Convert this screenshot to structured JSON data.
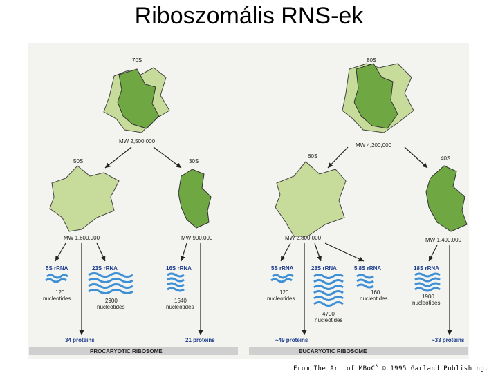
{
  "title": "Riboszomális RNS-ek",
  "credit": {
    "pre": "From The Art of MBoC",
    "sup": "3",
    "post": " © 1995 Garland Publishing."
  },
  "prokaryote": {
    "whole": {
      "label": "70S",
      "mw": "MW 2,500,000"
    },
    "large": {
      "label": "50S",
      "mw": "MW 1,600,000"
    },
    "small": {
      "label": "30S",
      "mw": "MW 900,000"
    },
    "rnas": [
      {
        "name": "5S rRNA",
        "nt1": "120",
        "nt2": "nucleotides"
      },
      {
        "name": "23S rRNA",
        "nt1": "2900",
        "nt2": "nucleotides"
      },
      {
        "name": "16S rRNA",
        "nt1": "1540",
        "nt2": "nucleotides"
      }
    ],
    "large_proteins": "34 proteins",
    "small_proteins": "21 proteins",
    "bar": "PROCARYOTIC RIBOSOME"
  },
  "eukaryote": {
    "whole": {
      "label": "80S",
      "mw": "MW 4,200,000"
    },
    "large": {
      "label": "60S",
      "mw": "MW 2,800,000"
    },
    "small": {
      "label": "40S",
      "mw": "MW 1,400,000"
    },
    "rnas": [
      {
        "name": "5S rRNA",
        "nt1": "120",
        "nt2": "nucleotides"
      },
      {
        "name": "28S rRNA",
        "nt1": "4700",
        "nt2": "nucleotides"
      },
      {
        "name": "5.8S rRNA",
        "nt1": "160",
        "nt2": "nucleotides"
      },
      {
        "name": "18S rRNA",
        "nt1": "1900",
        "nt2": "nucleotides"
      }
    ],
    "large_proteins": "~49 proteins",
    "small_proteins": "~33 proteins",
    "bar": "EUCARYOTIC RIBOSOME"
  },
  "colors": {
    "light_green": "#c7dc9a",
    "dark_green": "#6fa843",
    "rna_blue": "#3d8fd6",
    "bar_gray": "#cfcfcf"
  }
}
